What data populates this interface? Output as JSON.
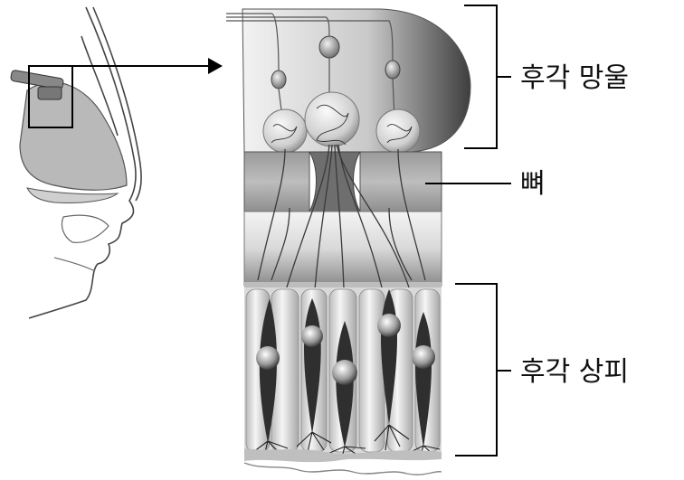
{
  "labels": {
    "olfactory_bulb": "후각 망울",
    "bone": "뼈",
    "olfactory_epithelium": "후각 상피"
  },
  "colors": {
    "line": "#222222",
    "tissue_gray": "#b8b8b8",
    "bone_gray": "#a9a9a9",
    "bulb_dark": "#4a4a4a"
  }
}
